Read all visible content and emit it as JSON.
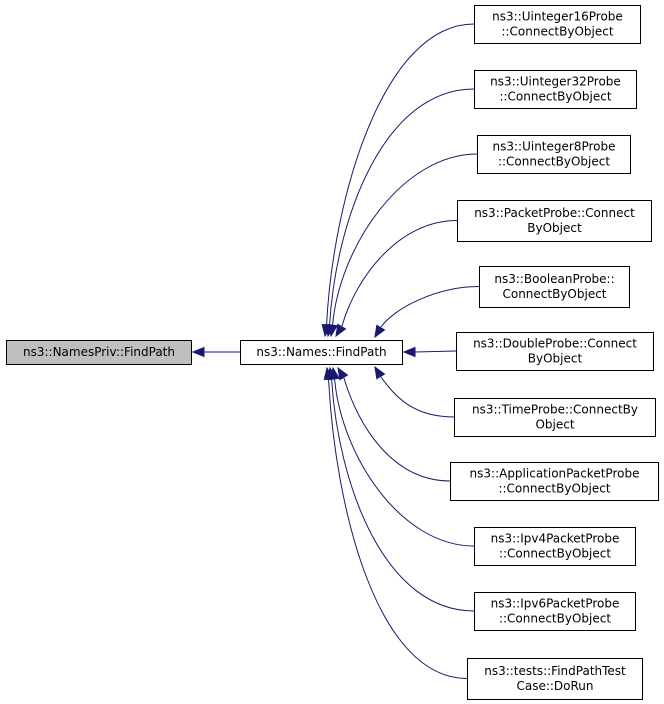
{
  "colors": {
    "edge": "#191970",
    "root_fill": "#bfbfbf",
    "node_fill": "#ffffff",
    "border": "#000000",
    "text": "#000000"
  },
  "nodes": {
    "names_priv_find_path": {
      "lines": [
        "ns3::NamesPriv::FindPath"
      ]
    },
    "names_find_path": {
      "lines": [
        "ns3::Names::FindPath"
      ]
    },
    "uinteger16": {
      "lines": [
        "ns3::Uinteger16Probe",
        "::ConnectByObject"
      ]
    },
    "uinteger32": {
      "lines": [
        "ns3::Uinteger32Probe",
        "::ConnectByObject"
      ]
    },
    "uinteger8": {
      "lines": [
        "ns3::Uinteger8Probe",
        "::ConnectByObject"
      ]
    },
    "packet_probe": {
      "lines": [
        "ns3::PacketProbe::Connect",
        "ByObject"
      ]
    },
    "boolean_probe": {
      "lines": [
        "ns3::BooleanProbe::",
        "ConnectByObject"
      ]
    },
    "double_probe": {
      "lines": [
        "ns3::DoubleProbe::Connect",
        "ByObject"
      ]
    },
    "time_probe": {
      "lines": [
        "ns3::TimeProbe::ConnectBy",
        "Object"
      ]
    },
    "application_packet_probe": {
      "lines": [
        "ns3::ApplicationPacketProbe",
        "::ConnectByObject"
      ]
    },
    "ipv4_packet_probe": {
      "lines": [
        "ns3::Ipv4PacketProbe",
        "::ConnectByObject"
      ]
    },
    "ipv6_packet_probe": {
      "lines": [
        "ns3::Ipv6PacketProbe",
        "::ConnectByObject"
      ]
    },
    "find_path_test_case": {
      "lines": [
        "ns3::tests::FindPathTest",
        "Case::DoRun"
      ]
    }
  }
}
